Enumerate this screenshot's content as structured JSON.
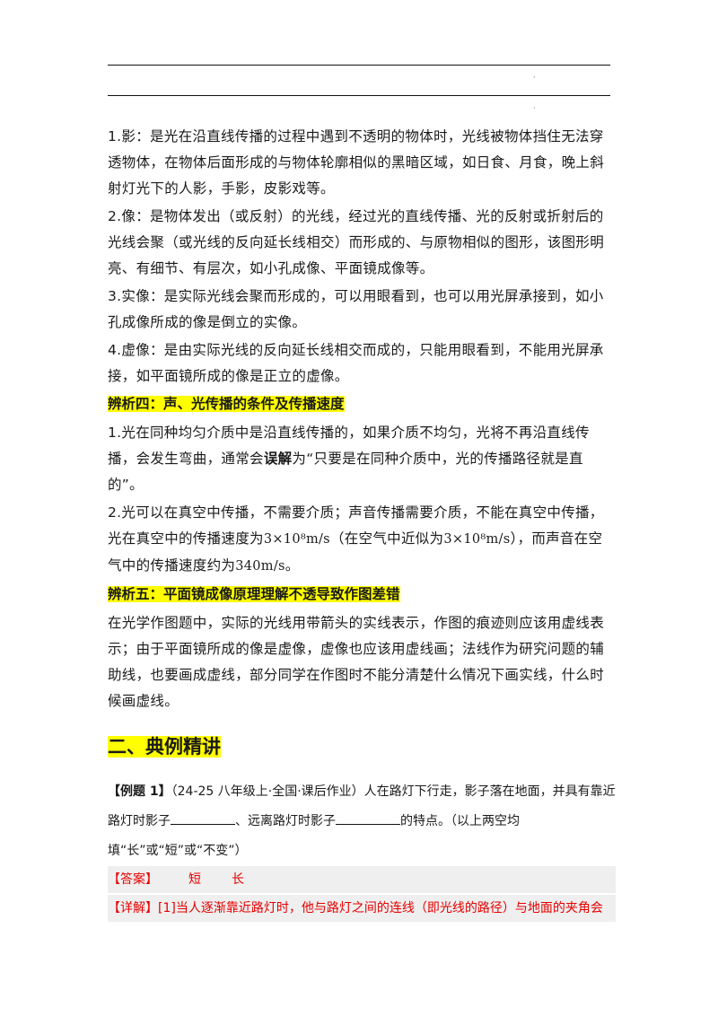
{
  "paragraphs": {
    "p1": "1.影：是光在沿直线传播的过程中遇到不透明的物体时，光线被物体挡住无法穿透物体，在物体后面形成的与物体轮廓相似的黑暗区域，如日食、月食，晚上斜射灯光下的人影，手影，皮影戏等。",
    "p2": "2.像：是物体发出（或反射）的光线，经过光的直线传播、光的反射或折射后的光线会聚（或光线的反向延长线相交）而形成的、与原物相似的图形，该图形明亮、有细节、有层次，如小孔成像、平面镜成像等。",
    "p3": "3.实像：是实际光线会聚而形成的，可以用眼看到，也可以用光屏承接到，如小孔成像所成的像是倒立的实像。",
    "p4": "4.虚像：是由实际光线的反向延长线相交而成的，只能用眼看到，不能用光屏承接，如平面镜所成的像是正立的虚像。"
  },
  "heading4": "辨析四：声、光传播的条件及传播速度",
  "s4": {
    "p1_a": "1.光在同种均匀介质中是沿直线传播的，如果介质不均匀，光将不再沿直线传播，会发生弯曲，通常会",
    "p1_bold": "误解",
    "p1_b": "为“只要是在同种介质中，光的传播路径就是直的”。",
    "p2_a": "2.光可以在真空中传播，不需要介质；声音传播需要介质，不能在真空中传播，光在真空中的传播速度为",
    "speed1": "3×10⁸m/s",
    "p2_b": "（在空气中近似为",
    "speed2": "3×10⁸m/s",
    "p2_c": "），而声音在空气中的传播速度约为",
    "speed3": "340m/s",
    "p2_d": "。"
  },
  "heading5": "辨析五：平面镜成像原理理解不透导致作图差错",
  "s5": {
    "p1": "在光学作图题中，实际的光线用带箭头的实线表示，作图的痕迹则应该用虚线表示；由于平面镜所成的像是虚像，虚像也应该用虚线画；法线作为研究问题的辅助线，也要画成虚线，部分同学在作图时不能分清楚什么情况下画实线，什么时候画虚线。"
  },
  "section2": "二、典例精讲",
  "example": {
    "label": "【例题 1】",
    "source": "（24-25 八年级上·全国·课后作业）",
    "q_a": "人在路灯下行走，影子落在地面，并具有靠近路灯时影子",
    "q_b": "、远离路灯时影子",
    "q_c": "的特点。（以上两空均填“长”或“短”或“不变”）",
    "answer_tag": "【答案】",
    "answer1": "短",
    "answer2": "长",
    "detail_tag": "【详解】",
    "detail": "[1]当人逐渐靠近路灯时，他与路灯之间的连线（即光线的路径）与地面的夹角会"
  }
}
